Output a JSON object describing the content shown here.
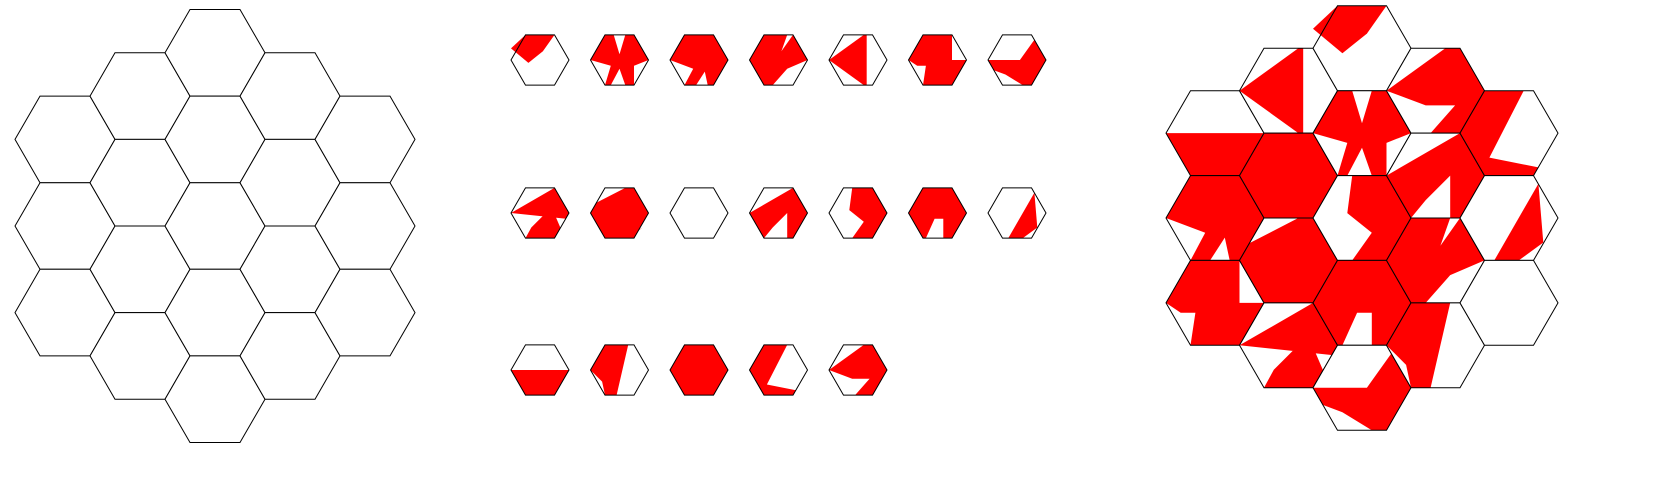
{
  "puzzle": {
    "colors": {
      "fill": "#ff0000",
      "background": "#ffffff",
      "outline": "#000000"
    },
    "board": {
      "rings": 2,
      "cells": 19,
      "state": "empty"
    },
    "tray": {
      "rows": [
        [
          "piece-a",
          "piece-b",
          "piece-c",
          "piece-d",
          "piece-e",
          "piece-f",
          "piece-g"
        ],
        [
          "piece-h",
          "piece-i",
          "piece-j",
          "piece-k",
          "piece-l",
          "piece-m",
          "piece-n"
        ],
        [
          "piece-o",
          "piece-p",
          "piece-q",
          "piece-r",
          "piece-s"
        ]
      ],
      "count": 19
    },
    "solution": {
      "rings": 2,
      "cells": 19,
      "state": "solved"
    }
  },
  "pieces": {
    "piece-a": [
      [
        [
          -1,
          -0.4
        ],
        [
          -0.5,
          -0.866
        ],
        [
          0.5,
          -0.866
        ],
        [
          0.1,
          -0.3
        ],
        [
          -0.4,
          0.1
        ]
      ]
    ],
    "piece-b": [
      [
        [
          -1,
          0
        ],
        [
          -0.5,
          -0.866
        ],
        [
          -0.2,
          -0.866
        ],
        [
          0,
          -0.2
        ],
        [
          0.2,
          -0.866
        ],
        [
          0.5,
          -0.866
        ],
        [
          1,
          0
        ],
        [
          0.5,
          0.2
        ],
        [
          0.5,
          0.866
        ],
        [
          0.2,
          0.866
        ],
        [
          0,
          0.3
        ],
        [
          -0.3,
          0.866
        ],
        [
          -0.5,
          0.866
        ],
        [
          -0.3,
          0.2
        ]
      ]
    ],
    "piece-c": [
      [
        [
          -1,
          0
        ],
        [
          -0.5,
          -0.866
        ],
        [
          0.5,
          -0.866
        ],
        [
          1,
          0
        ],
        [
          0.5,
          0.866
        ],
        [
          0.3,
          0.866
        ],
        [
          0.2,
          0.4
        ],
        [
          -0.1,
          0.866
        ],
        [
          -0.5,
          0.866
        ],
        [
          -0.2,
          0.3
        ]
      ]
    ],
    "piece-d": [
      [
        [
          -1,
          0
        ],
        [
          -0.5,
          -0.866
        ],
        [
          0.3,
          -0.866
        ],
        [
          0.1,
          -0.3
        ],
        [
          0.5,
          -0.866
        ],
        [
          1,
          0
        ],
        [
          0.3,
          0.3
        ],
        [
          -0.2,
          0.866
        ],
        [
          -0.5,
          0.866
        ]
      ]
    ],
    "piece-e": [
      [
        [
          -1,
          0
        ],
        [
          0.2,
          -0.866
        ],
        [
          0.3,
          -0.866
        ],
        [
          0.3,
          0.866
        ],
        [
          0.2,
          0.866
        ]
      ]
    ],
    "piece-f": [
      [
        [
          -1,
          0
        ],
        [
          -0.5,
          -0.866
        ],
        [
          0.5,
          -0.866
        ],
        [
          0.5,
          0
        ],
        [
          1,
          0
        ],
        [
          0.5,
          0.866
        ],
        [
          -0.5,
          0.866
        ],
        [
          -0.4,
          0.2
        ],
        [
          -0.7,
          0.2
        ]
      ]
    ],
    "piece-g": [
      [
        [
          -1,
          0
        ],
        [
          0.1,
          0
        ],
        [
          0.6,
          -0.7
        ],
        [
          1,
          0
        ],
        [
          0.5,
          0.866
        ],
        [
          0.2,
          0.866
        ],
        [
          -0.4,
          0.5
        ],
        [
          -0.8,
          0.35
        ]
      ]
    ],
    "piece-h": [
      [
        [
          -1,
          0
        ],
        [
          0.5,
          -0.866
        ],
        [
          1,
          0
        ],
        [
          0.5,
          0.866
        ],
        [
          -0.5,
          0.866
        ],
        [
          -0.3,
          0.5
        ],
        [
          0.4,
          -0.2
        ],
        [
          0.7,
          0.5
        ],
        [
          0.9,
          0.2
        ]
      ]
    ],
    "piece-i": [
      [
        [
          -0.8,
          -0.35
        ],
        [
          0.2,
          -0.866
        ],
        [
          0.5,
          -0.866
        ],
        [
          1,
          0
        ],
        [
          0.5,
          0.866
        ],
        [
          0.2,
          0.866
        ],
        [
          0.8,
          0.5
        ],
        [
          0.3,
          0.866
        ],
        [
          -0.5,
          0.866
        ],
        [
          -1,
          0
        ]
      ]
    ],
    "piece-j": [],
    "piece-k": [
      [
        [
          -1,
          0
        ],
        [
          0.5,
          -0.866
        ],
        [
          1,
          0
        ],
        [
          0.5,
          0.866
        ],
        [
          0.3,
          0.866
        ],
        [
          0.3,
          0
        ],
        [
          -0.2,
          0.5
        ],
        [
          -0.5,
          0.866
        ],
        [
          -1,
          0
        ]
      ]
    ],
    "piece-l": [
      [
        [
          -0.2,
          -0.866
        ],
        [
          0.5,
          -0.866
        ],
        [
          1,
          0
        ],
        [
          0.5,
          0.866
        ],
        [
          -0.2,
          0.866
        ],
        [
          0.2,
          0.3
        ],
        [
          -0.3,
          -0.1
        ]
      ]
    ],
    "piece-m": [
      [
        [
          -1,
          0
        ],
        [
          -0.5,
          -0.866
        ],
        [
          0.5,
          -0.866
        ],
        [
          1,
          0
        ],
        [
          0.5,
          0.866
        ],
        [
          0.2,
          0.866
        ],
        [
          0.2,
          0.2
        ],
        [
          -0.1,
          0.2
        ],
        [
          -0.4,
          0.866
        ],
        [
          -0.5,
          0.866
        ]
      ]
    ],
    "piece-n": [
      [
        [
          -0.3,
          0.866
        ],
        [
          0.6,
          -0.7
        ],
        [
          0.7,
          0.5
        ],
        [
          0.2,
          0.866
        ]
      ]
    ],
    "piece-o": [
      [
        [
          -1,
          0
        ],
        [
          1,
          0
        ],
        [
          0.5,
          0.866
        ],
        [
          -0.5,
          0.866
        ]
      ]
    ],
    "piece-p": [
      [
        [
          -1,
          0
        ],
        [
          -0.5,
          -0.866
        ],
        [
          0.3,
          -0.866
        ],
        [
          -0.1,
          0.866
        ],
        [
          -0.5,
          0.866
        ],
        [
          -0.6,
          0.4
        ]
      ]
    ],
    "piece-q": [
      [
        [
          -1,
          0
        ],
        [
          -0.5,
          -0.866
        ],
        [
          0.5,
          -0.866
        ],
        [
          1,
          0
        ],
        [
          0.5,
          0.866
        ],
        [
          -0.5,
          0.866
        ]
      ]
    ],
    "piece-r": [
      [
        [
          -1,
          0
        ],
        [
          -0.5,
          -0.866
        ],
        [
          0.3,
          -0.866
        ],
        [
          -0.4,
          0.5
        ],
        [
          0.6,
          0.7
        ],
        [
          0.5,
          0.866
        ],
        [
          -0.5,
          0.866
        ]
      ]
    ],
    "piece-s": [
      [
        [
          -1,
          0
        ],
        [
          0.2,
          -0.866
        ],
        [
          0.5,
          -0.866
        ],
        [
          1,
          0
        ],
        [
          0.5,
          0.866
        ],
        [
          -0.1,
          0.866
        ],
        [
          0.4,
          0.3
        ],
        [
          -0.2,
          0.3
        ]
      ]
    ]
  },
  "solution_placement": [
    "piece-o",
    "piece-c",
    "piece-f",
    "piece-e",
    "piece-q",
    "piece-i",
    "piece-h",
    "piece-a",
    "piece-b",
    "piece-l",
    "piece-m",
    "piece-g",
    "piece-s",
    "piece-k",
    "piece-d",
    "piece-p",
    "piece-r",
    "piece-n",
    "piece-j"
  ]
}
